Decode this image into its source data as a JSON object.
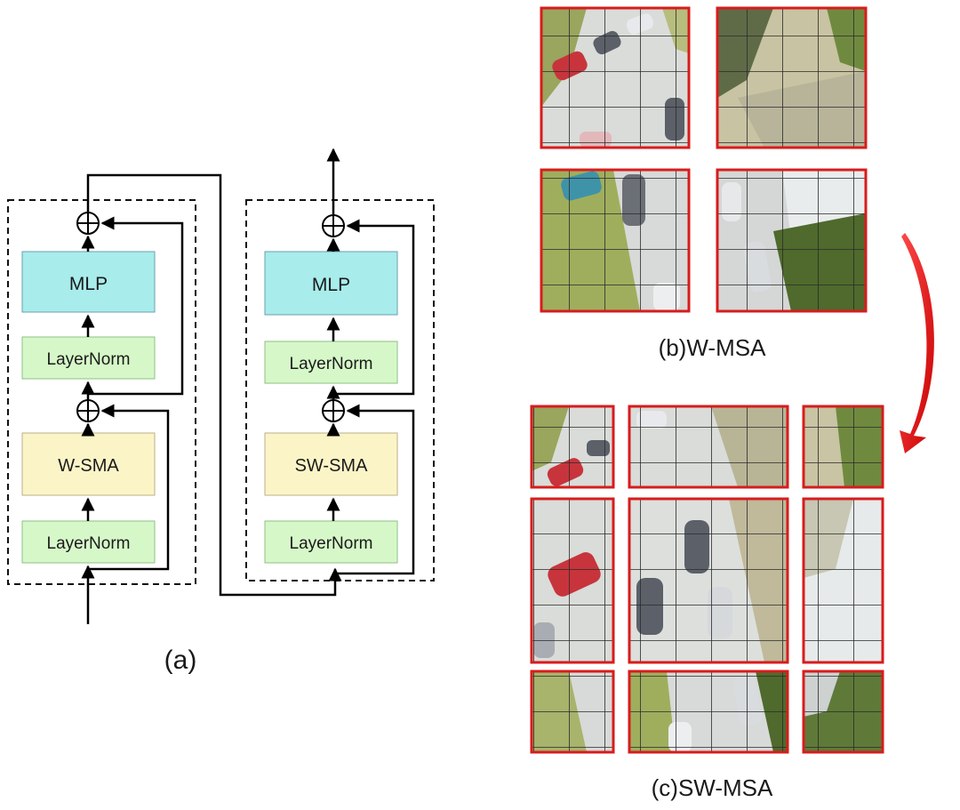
{
  "panel_a": {
    "caption": "(a)",
    "block1": {
      "mlp": "MLP",
      "layernorm_top": "LayerNorm",
      "attention": "W-SMA",
      "layernorm_bottom": "LayerNorm"
    },
    "block2": {
      "mlp": "MLP",
      "layernorm_top": "LayerNorm",
      "attention": "SW-SMA",
      "layernorm_bottom": "LayerNorm"
    }
  },
  "panel_b": {
    "caption": "(b)W-MSA",
    "window_count": 4,
    "grid_cells_per_window": "4x4"
  },
  "panel_c": {
    "caption": "(c)SW-MSA",
    "window_count": 9
  },
  "colors": {
    "mlp_fill": "#a8ecec",
    "layernorm_fill": "#d6f8c8",
    "attention_fill": "#fbf4c6",
    "window_border": "#d81c1c",
    "shift_arrow": "#e01010",
    "road": "#d9dcd8",
    "grass": "#9aa55d",
    "car_red": "#c8343c",
    "car_silver": "#b9bcc2",
    "car_dark": "#5c6068"
  }
}
